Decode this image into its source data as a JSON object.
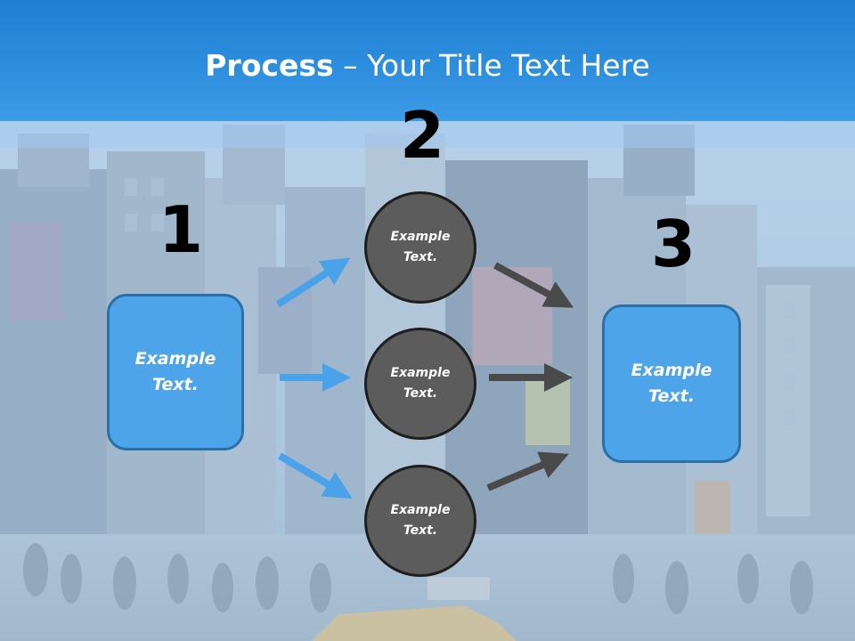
{
  "title": {
    "bold": "Process",
    "rest": " – Your Title Text Here"
  },
  "steps": {
    "one": "1",
    "two": "2",
    "three": "3"
  },
  "left_box": {
    "text": "Example\nText."
  },
  "right_box": {
    "text": "Example\nText."
  },
  "circles": [
    {
      "text": "Example\nText."
    },
    {
      "text": "Example\nText."
    },
    {
      "text": "Example\nText."
    }
  ],
  "colors": {
    "header": "#2f8fdf",
    "box_fill": "#4ea4e8",
    "box_border": "#2a6fa6",
    "circle_fill": "#5c5c5c",
    "blue_arrow": "#4aa3e8",
    "dark_arrow": "#4a4a4a"
  }
}
